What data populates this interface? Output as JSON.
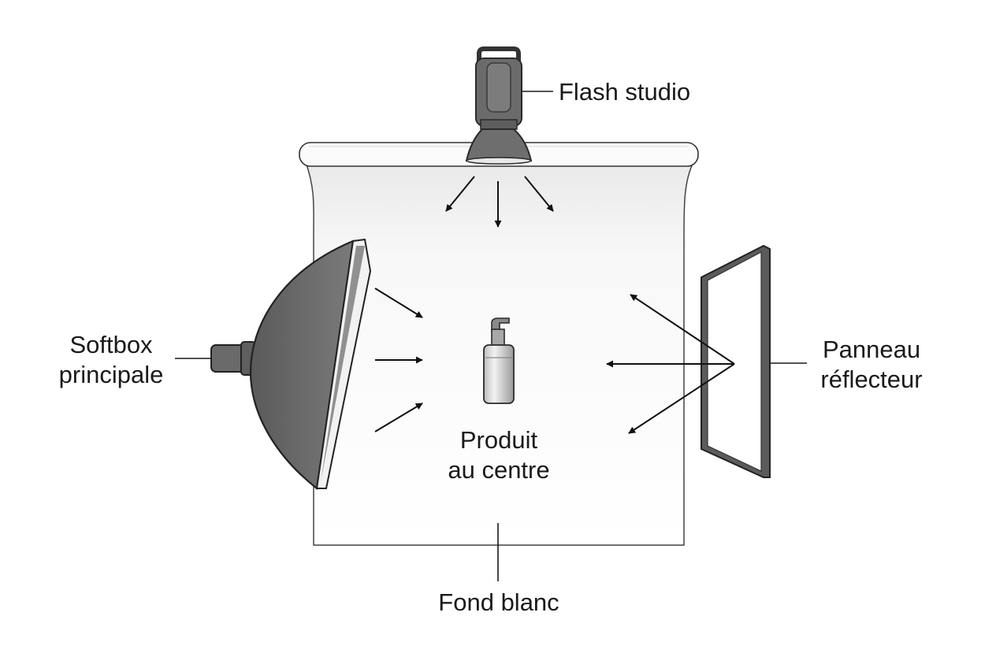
{
  "labels": {
    "flash": "Flash studio",
    "softbox_line1": "Softbox",
    "softbox_line2": "principale",
    "reflector_line1": "Panneau",
    "reflector_line2": "réflecteur",
    "product_line1": "Produit",
    "product_line2": "au centre",
    "background": "Fond blanc"
  },
  "colors": {
    "equipment_gray": "#6b6b6b",
    "outline": "#1a1a1a",
    "backdrop_fill": "#f7f7f7",
    "backdrop_edge": "#555555"
  }
}
